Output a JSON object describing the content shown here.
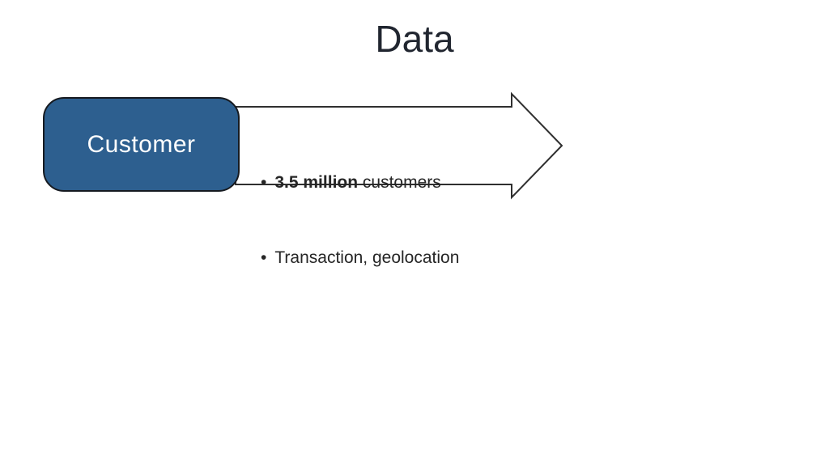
{
  "slide": {
    "title": "Data",
    "diagram": {
      "node_label": "Customer",
      "bullet_char": "•",
      "bullets": [
        {
          "bold": "3.5 million",
          "rest": " customers"
        },
        {
          "bold": "",
          "rest": "Transaction, geolocation"
        }
      ]
    },
    "colors": {
      "background": "#ffffff",
      "title_text": "#212630",
      "node_fill": "#2d5f8f",
      "node_border": "#161a20",
      "node_text": "#ffffff",
      "arrow_fill": "#ffffff",
      "arrow_outline": "#2f2f2f",
      "bullet_text": "#262626"
    }
  }
}
